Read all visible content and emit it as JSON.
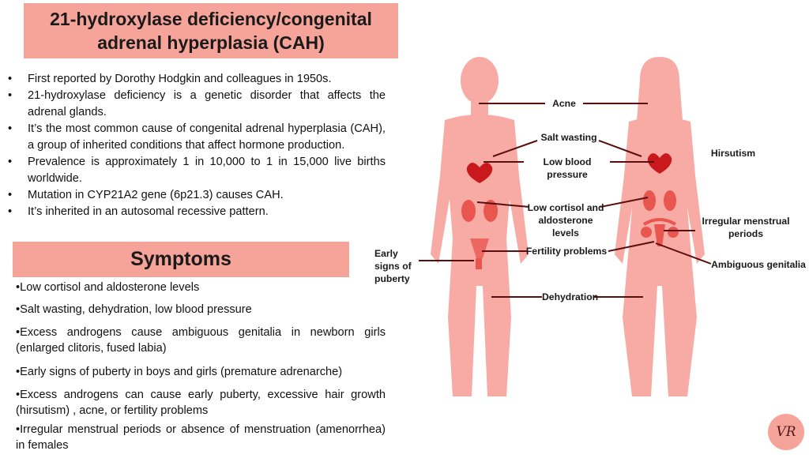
{
  "title": "21-hydroxylase deficiency/congenital adrenal hyperplasia (CAH)",
  "bullets": [
    "First reported by Dorothy Hodgkin and colleagues in 1950s.",
    "21-hydroxylase deficiency is a genetic disorder that affects the adrenal glands.",
    "It’s the most common cause of congenital adrenal hyperplasia (CAH), a group of inherited conditions that affect hormone production.",
    "Prevalence is approximately 1 in 10,000 to 1 in 15,000 live births worldwide.",
    "Mutation in CYP21A2 gene (6p21.3) causes CAH.",
    "It’s inherited in an autosomal recessive pattern."
  ],
  "symptoms_heading": "Symptoms",
  "symptoms": [
    "•Low cortisol and aldosterone levels",
    "•Salt wasting, dehydration, low blood pressure",
    "•Excess androgens cause ambiguous genitalia in newborn girls (enlarged clitoris, fused labia)",
    "•Early signs of puberty in boys and girls (premature adrenarche)",
    "•Excess androgens can cause early puberty, excessive hair growth (hirsutism) , acne, or fertility problems",
    "•Irregular menstrual periods or absence of menstruation (amenorrhea) in females"
  ],
  "labels": {
    "acne": "Acne",
    "salt_wasting": "Salt wasting",
    "hirsutism": "Hirsutism",
    "low_bp": "Low blood pressure",
    "low_cortisol": "Low cortisol and aldosterone levels",
    "irregular": "Irregular menstrual periods",
    "early_signs": "Early signs of puberty",
    "fertility": "Fertility problems",
    "ambiguous": "Ambiguous genitalia",
    "dehydration": "Dehydration"
  },
  "logo": "VR",
  "colors": {
    "accent": "#f6a49a",
    "body": "#f8aba4",
    "organ": "#e8564f",
    "heart": "#c9191c",
    "line": "#5a0f0f"
  }
}
